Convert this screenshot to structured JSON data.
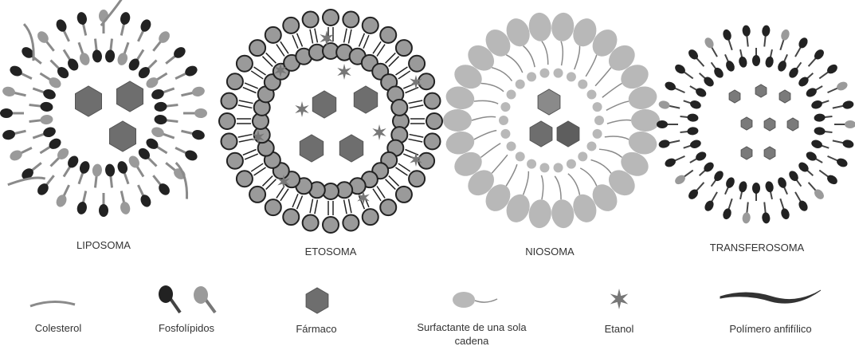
{
  "vesicles": [
    {
      "label": "LIPOSOMA"
    },
    {
      "label": "ETOSOMA"
    },
    {
      "label": "NIOSOMA"
    },
    {
      "label": "TRANSFEROSOMA"
    }
  ],
  "legend": [
    {
      "label": "Colesterol",
      "icon": "cholesterol-icon"
    },
    {
      "label": "Fosfolípidos",
      "icon": "phospholipid-icon"
    },
    {
      "label": "Fármaco",
      "icon": "drug-hexagon-icon"
    },
    {
      "label": "Surfactante de una sola cadena",
      "icon": "single-chain-surfactant-icon"
    },
    {
      "label": "Etanol",
      "icon": "ethanol-star-icon"
    },
    {
      "label": "Polímero anfifílico",
      "icon": "amphiphilic-polymer-icon"
    }
  ],
  "colors": {
    "dark_head": "#222222",
    "gray_head": "#9a9a9a",
    "light_head": "#b8b8b8",
    "drug": "#6e6e6e",
    "tail": "#8a8a8a"
  }
}
